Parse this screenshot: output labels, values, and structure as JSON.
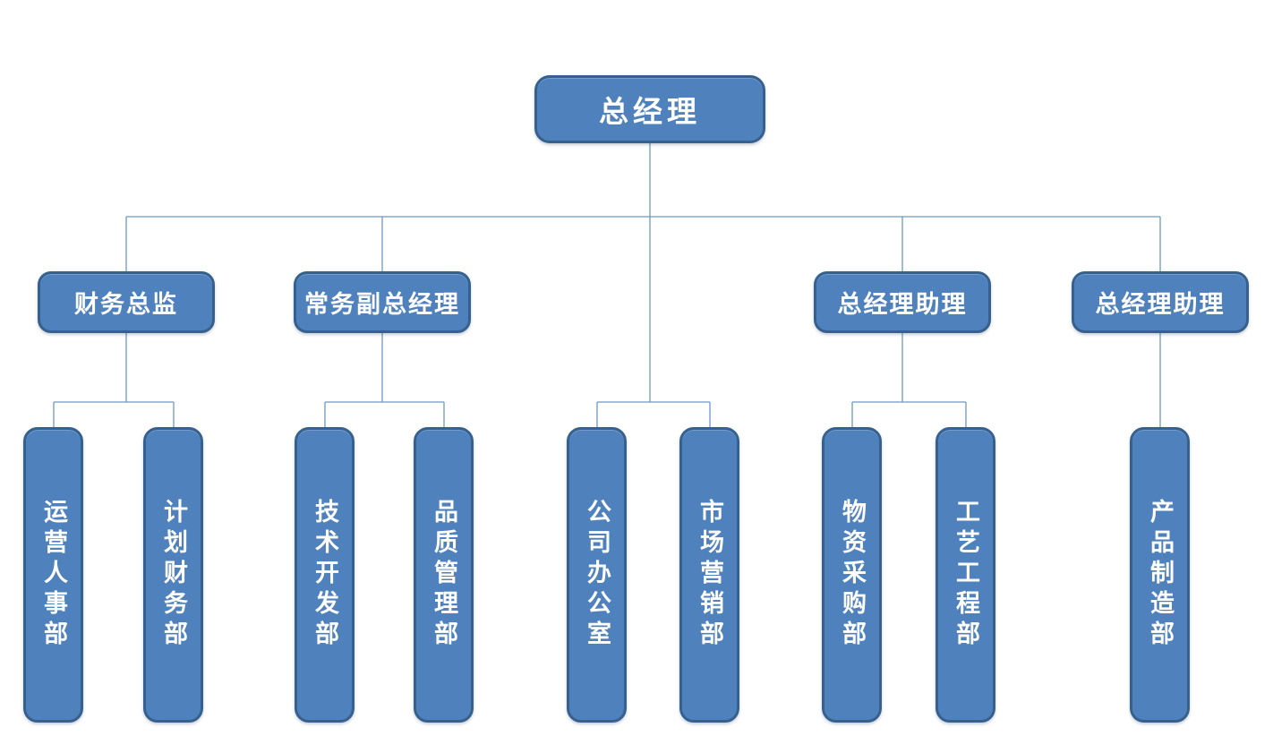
{
  "org_chart": {
    "root": {
      "label": "总经理"
    },
    "managers": [
      {
        "label": "财务总监",
        "departments": [
          "运营人事部",
          "计划财务部"
        ]
      },
      {
        "label": "常务副总经理",
        "departments": [
          "技术开发部",
          "品质管理部"
        ]
      },
      {
        "label": "总经理助理",
        "departments": [
          "物资采购部",
          "工艺工程部"
        ]
      },
      {
        "label": "总经理助理",
        "departments": [
          "产品制造部"
        ]
      }
    ],
    "root_departments": [
      "公司办公室",
      "市场营销部"
    ],
    "colors": {
      "node_fill": "#4f81bd",
      "node_border": "#36618f",
      "node_text": "#ffffff",
      "connector": "#6f98c4",
      "background": "#ffffff"
    }
  }
}
